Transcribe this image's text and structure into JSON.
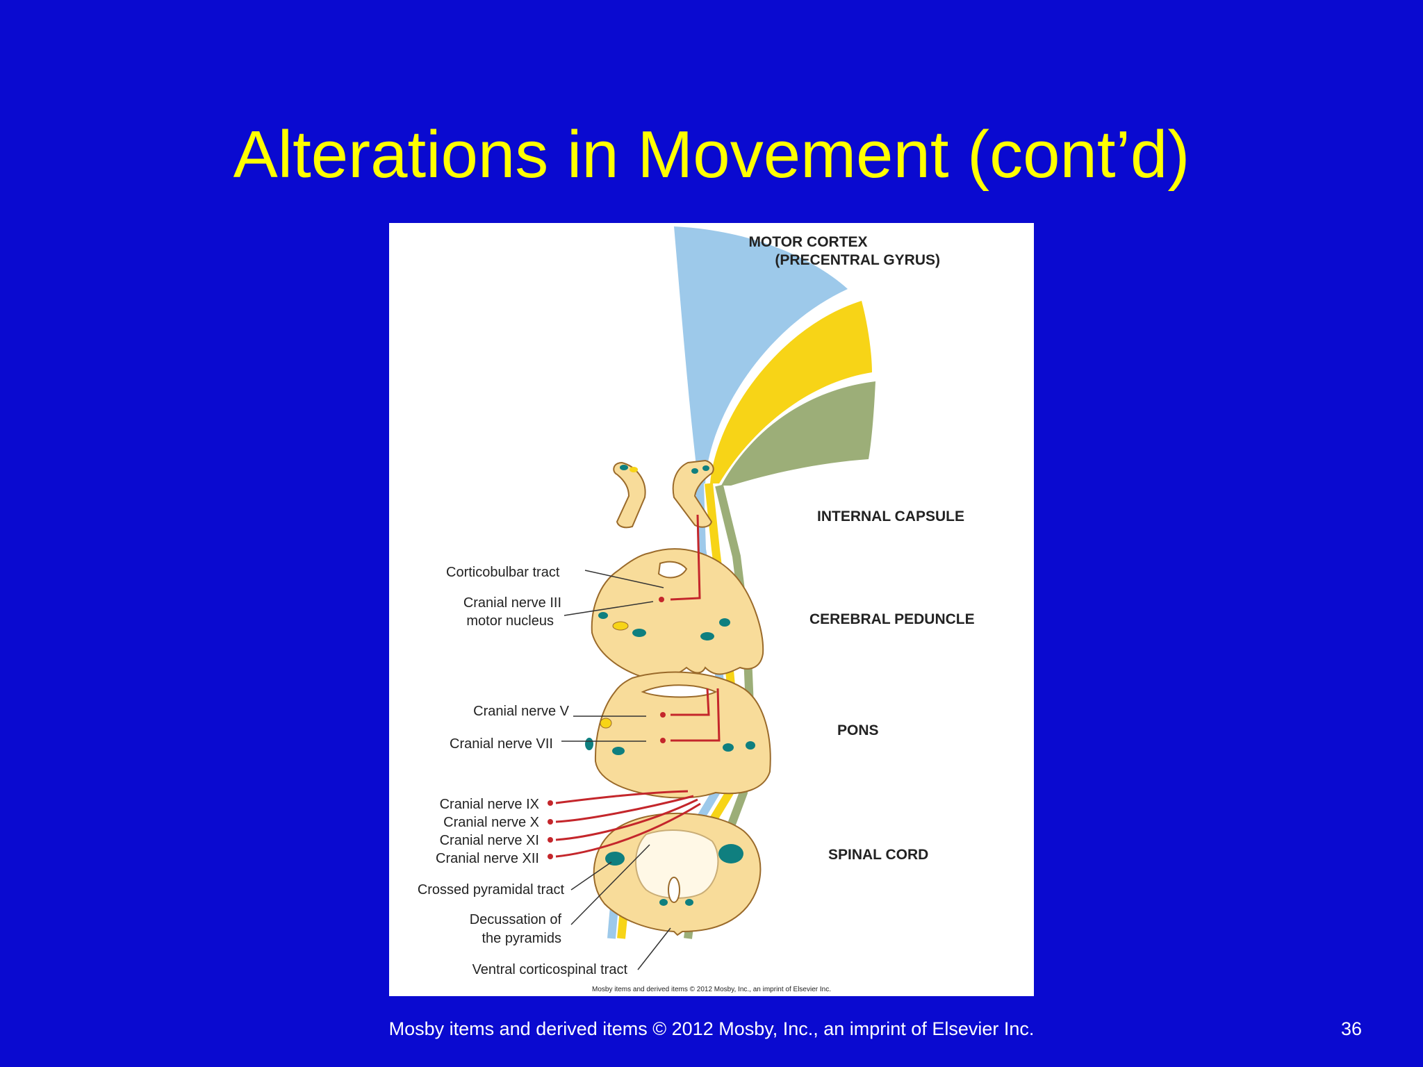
{
  "slide": {
    "title": "Alterations in Movement (cont’d)",
    "footer": "Mosby items and derived items © 2012 Mosby, Inc., an imprint of Elsevier Inc.",
    "page_number": "36"
  },
  "figure": {
    "region_labels": {
      "motor_cortex_1": "MOTOR CORTEX",
      "motor_cortex_2": "(PRECENTRAL GYRUS)",
      "internal_capsule": "INTERNAL CAPSULE",
      "cerebral_peduncle": "CEREBRAL PEDUNCLE",
      "pons": "PONS",
      "spinal_cord": "SPINAL CORD"
    },
    "structure_labels": {
      "corticobulbar": "Corticobulbar tract",
      "cn3_1": "Cranial nerve III",
      "cn3_2": "motor nucleus",
      "cn5": "Cranial nerve V",
      "cn7": "Cranial nerve VII",
      "cn9": "Cranial nerve IX",
      "cn10": "Cranial nerve X",
      "cn11": "Cranial nerve XI",
      "cn12": "Cranial nerve XII",
      "crossed_pyramidal": "Crossed pyramidal tract",
      "decussation_1": "Decussation of",
      "decussation_2": "the pyramids",
      "ventral_cst": "Ventral corticospinal tract"
    },
    "credit": "Mosby items and derived items © 2012 Mosby, Inc., an imprint of Elsevier Inc.",
    "colors": {
      "tract_blue": "#9dc9ea",
      "tract_yellow": "#f7d417",
      "tract_green": "#9cae78",
      "tissue": "#f8dc9a",
      "nucleus": "#0f7f7f",
      "nerve_red": "#c4262b"
    }
  }
}
